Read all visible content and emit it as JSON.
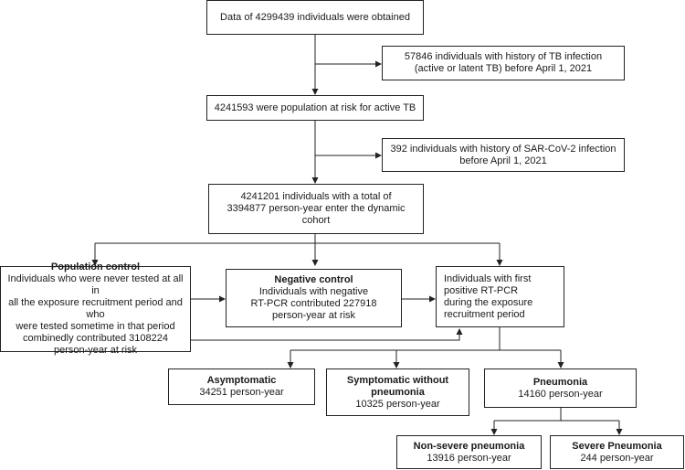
{
  "boxes": {
    "data_obtained": "Data of 4299439 individuals were obtained",
    "tb_history_1": "57846 individuals with history of TB infection",
    "tb_history_2": "(active or latent TB) before April 1, 2021",
    "at_risk": "4241593 were population at risk for active TB",
    "sars_history_1": "392 individuals with history of SAR-CoV-2 infection",
    "sars_history_2": "before April 1, 2021",
    "cohort_1": "4241201 individuals with a total of",
    "cohort_2": "3394877 person-year enter the dynamic cohort",
    "pop_control_title": "Population control",
    "pop_control_1": "Individuals who were never tested at all in",
    "pop_control_2": "all the exposure recruitment period and who",
    "pop_control_3": "were tested sometime in that period",
    "pop_control_4": "combinedly contributed 3108224",
    "pop_control_5": "person-year at risk",
    "neg_control_title": "Negative control",
    "neg_control_1": "Individuals with negative",
    "neg_control_2": "RT-PCR contributed 227918",
    "neg_control_3": "person-year at risk",
    "first_pos_1": "Individuals with first",
    "first_pos_2": "positive RT-PCR",
    "first_pos_3": "during the exposure",
    "first_pos_4": "recruitment period",
    "asymp_title": "Asymptomatic",
    "asymp_val": "34251 person-year",
    "symp_title_1": "Symptomatic without",
    "symp_title_2": "pneumonia",
    "symp_val": "10325 person-year",
    "pneu_title": "Pneumonia",
    "pneu_val": "14160 person-year",
    "nonsevere_title": "Non-severe pneumonia",
    "nonsevere_val": "13916 person-year",
    "severe_title": "Severe Pneumonia",
    "severe_val": "244 person-year"
  }
}
